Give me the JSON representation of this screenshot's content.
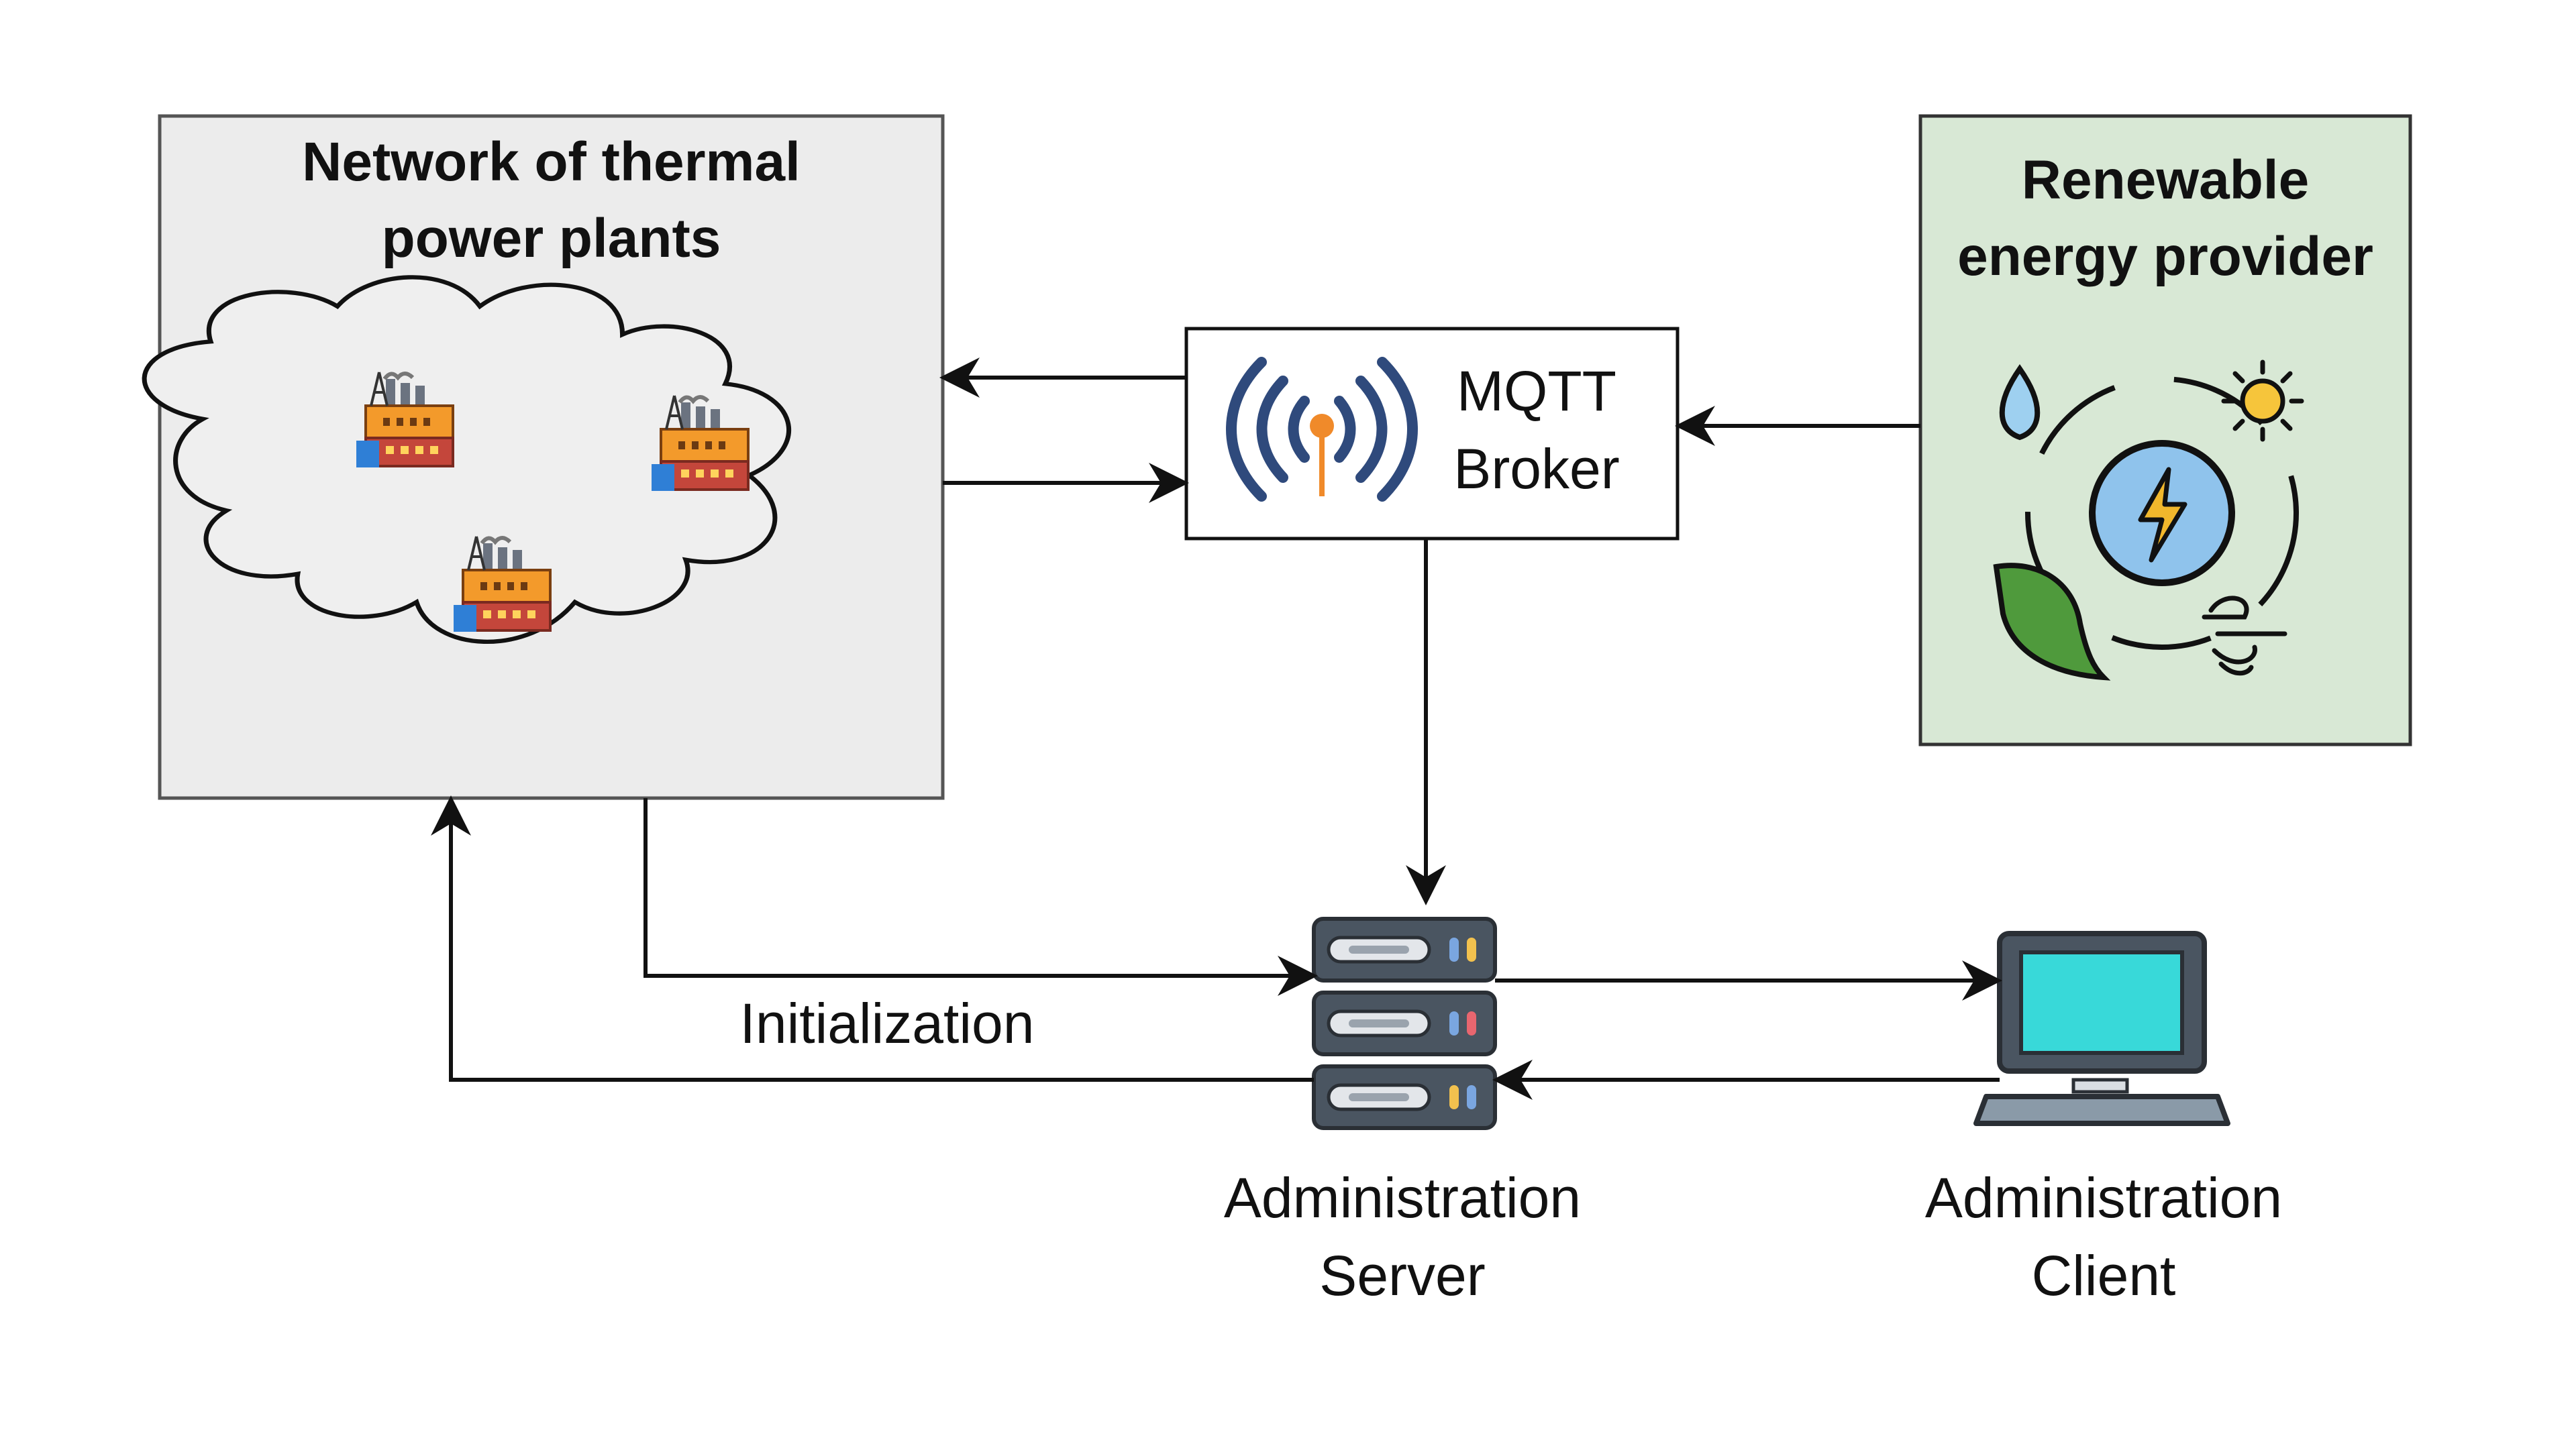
{
  "diagram": {
    "thermal_network": {
      "title_line1": "Network of thermal",
      "title_line2": "power plants",
      "fill": "#ececec"
    },
    "mqtt_broker": {
      "line1": "MQTT",
      "line2": "Broker",
      "icon": "antenna-signal-icon"
    },
    "renewable_provider": {
      "title_line1": "Renewable",
      "title_line2": "energy provider",
      "fill": "#d8e8d5",
      "icons": [
        "water-drop-icon",
        "sun-icon",
        "lightning-bolt-icon",
        "leaf-icon",
        "wind-icon"
      ]
    },
    "admin_server": {
      "line1": "Administration",
      "line2": "Server",
      "icon": "server-rack-icon"
    },
    "admin_client": {
      "line1": "Administration",
      "line2": "Client",
      "icon": "laptop-icon"
    },
    "edge_labels": {
      "initialization": "Initialization"
    },
    "colors": {
      "line": "#111111",
      "thermal_fill": "#ececec",
      "renewable_fill": "#d8e8d5",
      "mqtt_blue": "#2f4a7c",
      "mqtt_orange": "#f08a2a",
      "laptop_screen": "#38d9d9",
      "server_body": "#4a5561"
    }
  }
}
